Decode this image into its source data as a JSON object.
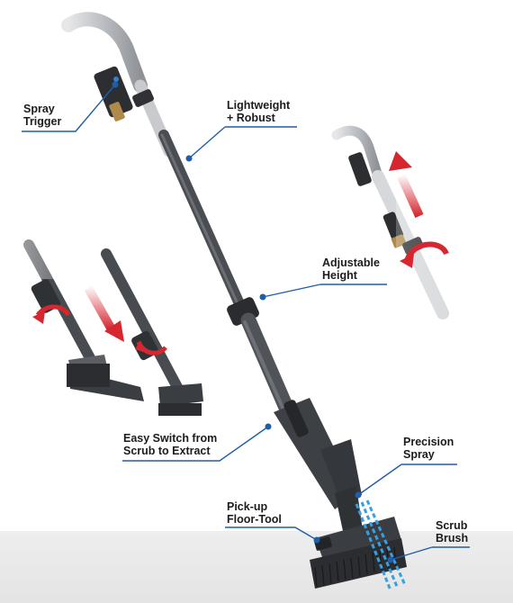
{
  "callouts": {
    "spray_trigger": "Spray\nTrigger",
    "lightweight": "Lightweight\n+ Robust",
    "adjustable_height": "Adjustable\nHeight",
    "easy_switch": "Easy Switch from\nScrub to Extract",
    "precision_spray": "Precision\nSpray",
    "pickup_floor_tool": "Pick-up\nFloor-Tool",
    "scrub_brush": "Scrub\nBrush"
  },
  "colors": {
    "callout_line": "#1f5ea8",
    "arrow_red": "#d62730",
    "spray_blue": "#39a0e0",
    "tube_dark": "#4a4d52",
    "tube_silver": "#b9bcc0"
  },
  "icons": {
    "up_arrow": "red-arrow-up-icon",
    "down_arrow": "red-arrow-down-icon",
    "rotate_arrow": "red-rotate-arrow-icon"
  }
}
